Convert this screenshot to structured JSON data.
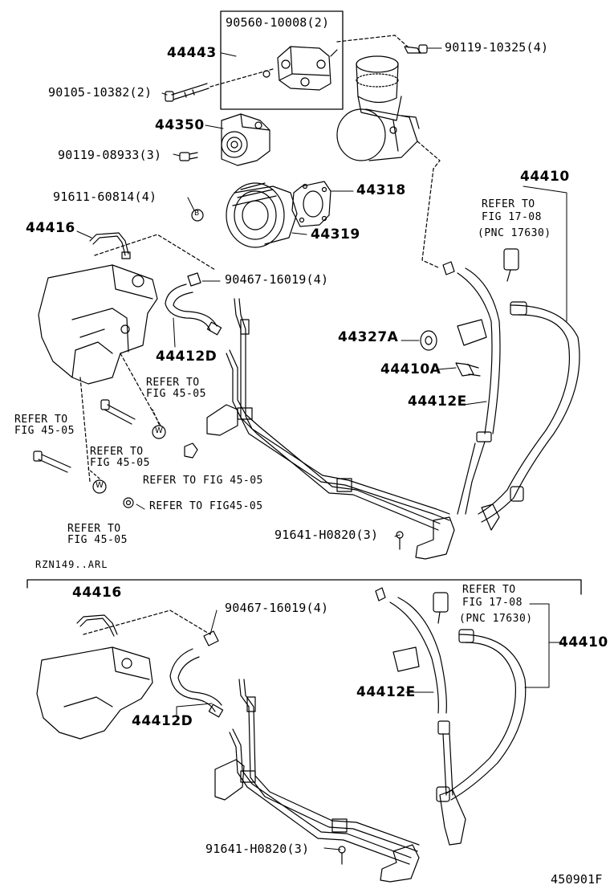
{
  "upper": {
    "bracket_bolts": "90560-10008(2)",
    "bracket": "44443",
    "reservoir_bolts": "90119-10325(4)",
    "bracket_screws": "90105-10382(2)",
    "pump": "44350",
    "pump_bolts": "90119-08933(3)",
    "pulley": "44318",
    "pulley_bolts": "91611-60814(4)",
    "pulley_hub": "44319",
    "tube_assy": "44416",
    "clamps": "90467-16019(4)",
    "return_hose": "44412D",
    "hose_assy": "44410",
    "refer_fig17": {
      "line1": "REFER TO",
      "line2": "FIG 17-08",
      "line3": "(PNC 17630)"
    },
    "grommet": "44327A",
    "union_bolt": "44410A",
    "supply_hose": "44412E",
    "refer_a": {
      "line1": "REFER TO",
      "line2": "FIG 45-05"
    },
    "refer_b": {
      "line1": "REFER TO",
      "line2": "FIG 45-05"
    },
    "refer_c": {
      "line1": "REFER TO",
      "line2": "FIG 45-05"
    },
    "refer_d": "REFER TO FIG 45-05",
    "refer_e": "REFER TO FIG45-05",
    "refer_f": {
      "line1": "REFER TO",
      "line2": "FIG 45-05"
    },
    "bracket_nuts": "91641-H0820(3)",
    "circle_b": "B",
    "circle_w1": "W",
    "circle_w2": "W"
  },
  "variant": "RZN149..ARL",
  "lower": {
    "tube_assy": "44416",
    "clamps": "90467-16019(4)",
    "refer_fig17": {
      "line1": "REFER TO",
      "line2": "FIG 17-08",
      "line3": "(PNC 17630)"
    },
    "hose_assy": "44410",
    "supply_hose": "44412E",
    "return_hose": "44412D",
    "bracket_nuts": "91641-H0820(3)"
  },
  "figure_id": "450901F"
}
